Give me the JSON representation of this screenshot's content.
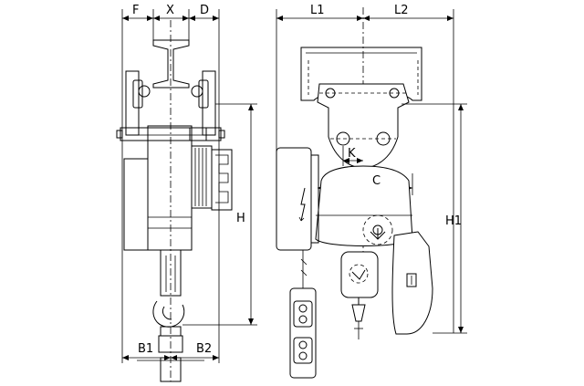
{
  "drawing": {
    "left_view": {
      "dim_F": "F",
      "dim_X": "X",
      "dim_D": "D",
      "dim_H": "H",
      "dim_B1": "B1",
      "dim_B2": "B2"
    },
    "right_view": {
      "dim_L1": "L1",
      "dim_L2": "L2",
      "dim_K": "K",
      "dim_C": "C",
      "dim_H1": "H1"
    }
  }
}
